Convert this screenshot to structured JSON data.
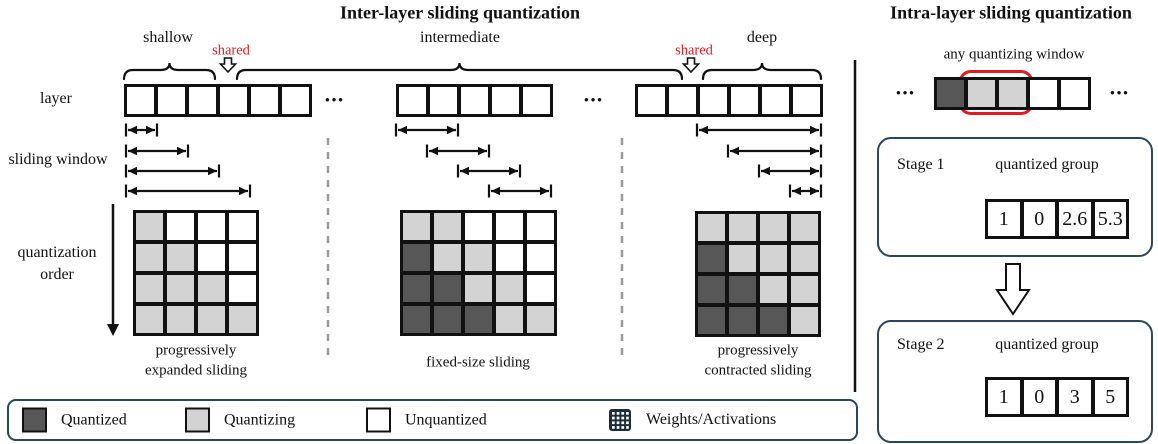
{
  "titles": {
    "inter": "Inter-layer sliding quantization",
    "intra": "Intra-layer sliding quantization"
  },
  "left_labels": {
    "layer": "layer",
    "sliding_window": "sliding window",
    "quantization_order_line1": "quantization",
    "quantization_order_line2": "order"
  },
  "section_labels": {
    "shallow": "shallow",
    "intermediate": "intermediate",
    "deep": "deep",
    "shared_left": "shared",
    "shared_right": "shared"
  },
  "ellipsis": "•••",
  "layer_groups": {
    "shallow_cells": [
      "u",
      "u",
      "u",
      "u",
      "u",
      "u"
    ],
    "intermediate_cells": [
      "u",
      "u",
      "u",
      "u",
      "u"
    ],
    "deep_cells": [
      "u",
      "u",
      "u",
      "u",
      "u",
      "u"
    ]
  },
  "grids": {
    "expanded": {
      "caption_line1": "progressively",
      "caption_line2": "expanded sliding",
      "rows": [
        [
          "z",
          "u",
          "u",
          "u"
        ],
        [
          "z",
          "z",
          "u",
          "u"
        ],
        [
          "z",
          "z",
          "z",
          "u"
        ],
        [
          "z",
          "z",
          "z",
          "z"
        ]
      ]
    },
    "fixed": {
      "caption": "fixed-size sliding",
      "rows": [
        [
          "z",
          "z",
          "u",
          "u",
          "u"
        ],
        [
          "q",
          "z",
          "z",
          "u",
          "u"
        ],
        [
          "q",
          "q",
          "z",
          "z",
          "u"
        ],
        [
          "q",
          "q",
          "q",
          "z",
          "z"
        ]
      ]
    },
    "contracted": {
      "caption_line1": "progressively",
      "caption_line2": "contracted sliding",
      "rows": [
        [
          "z",
          "z",
          "z",
          "z"
        ],
        [
          "q",
          "z",
          "z",
          "z"
        ],
        [
          "q",
          "q",
          "z",
          "z"
        ],
        [
          "q",
          "q",
          "q",
          "z"
        ]
      ]
    }
  },
  "intra": {
    "window_label": "any quantizing window",
    "strip_cells": [
      "q",
      "z",
      "z",
      "u",
      "u"
    ],
    "stages": [
      {
        "name": "Stage 1",
        "group_label": "quantized group",
        "values": [
          "1",
          "0",
          "2.6",
          "5.3"
        ]
      },
      {
        "name": "Stage 2",
        "group_label": "quantized group",
        "values": [
          "1",
          "0",
          "3",
          "5"
        ]
      }
    ]
  },
  "legend": {
    "items": [
      {
        "label": "Quantized",
        "swatch": "quantized"
      },
      {
        "label": "Quantizing",
        "swatch": "quantizing"
      },
      {
        "label": "Unquantized",
        "swatch": "unquantized"
      },
      {
        "label": "Weights/Activations",
        "swatch": "waffle"
      }
    ]
  },
  "colors": {
    "quantized": "#575757",
    "quantizing": "#d3d3d3",
    "unquantized": "#ffffff",
    "line_black": "#111111",
    "box_border": "#29485c",
    "accent_red": "#e8191f",
    "waffle": "#1c2c3a",
    "unquantized_cube_stroke": "#2e4f63",
    "dash_gray": "#9a9a9a"
  }
}
